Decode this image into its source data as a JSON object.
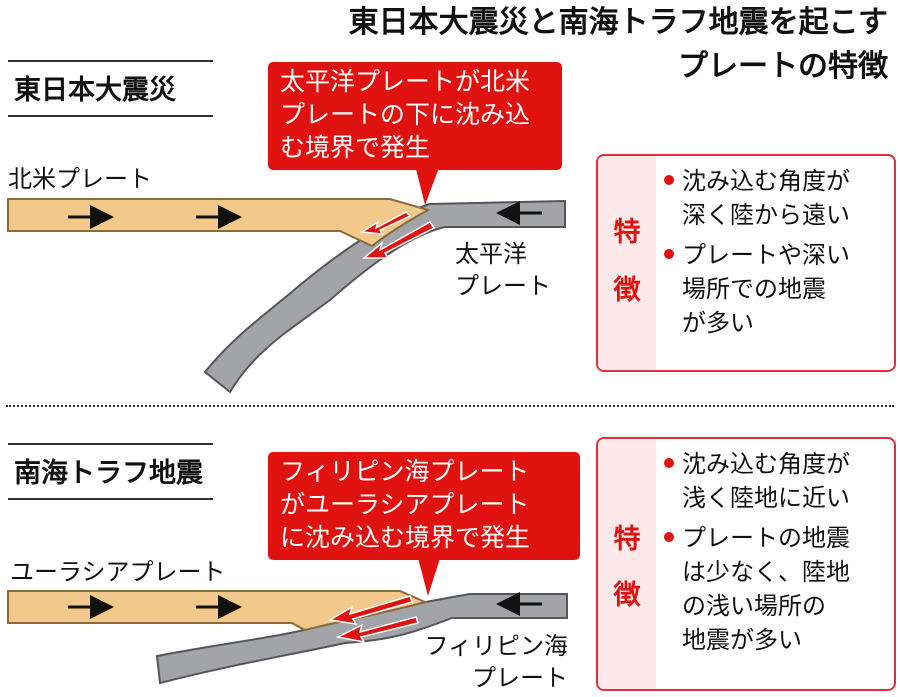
{
  "title": {
    "line1": "東日本大震災と南海トラフ地震を起こす",
    "line2": "プレートの特徴"
  },
  "colors": {
    "callout_red": "#e0120f",
    "feature_border": "#e0303a",
    "feature_side_bg": "#fde9ea",
    "continental_plate": "#f3c98b",
    "continental_outline": "#8a6a3d",
    "oceanic_plate": "#a3a4a8",
    "oceanic_outline": "#55565a",
    "slip_arrow": "#e0120f"
  },
  "sections": [
    {
      "label": "東日本大震災",
      "callout": [
        "太平洋プレートが北米",
        "プレートの下に沈み込",
        "む境界で発生"
      ],
      "upper_plate_label": "北米プレート",
      "lower_plate_label": [
        "太平洋",
        "プレート"
      ],
      "upper_plate_motion": [
        "right-arrow",
        "right-arrow"
      ],
      "lower_plate_motion": "left-arrow",
      "features_heading": [
        "特",
        "徴"
      ],
      "features": [
        [
          "沈み込む角度が",
          "深く陸から遠い"
        ],
        [
          "プレートや深い",
          "場所での地震",
          "が多い"
        ]
      ]
    },
    {
      "label": "南海トラフ地震",
      "callout": [
        "フィリピン海プレート",
        "がユーラシアプレート",
        "に沈み込む境界で発生"
      ],
      "upper_plate_label": "ユーラシアプレート",
      "lower_plate_label": [
        "フィリピン海",
        "プレート"
      ],
      "upper_plate_motion": [
        "right-arrow",
        "right-arrow"
      ],
      "lower_plate_motion": "left-arrow",
      "features_heading": [
        "特",
        "徴"
      ],
      "features": [
        [
          "沈み込む角度が",
          "浅く陸地に近い"
        ],
        [
          "プレートの地震",
          "は少なく、陸地",
          "の浅い場所の",
          "地震が多い"
        ]
      ]
    }
  ]
}
